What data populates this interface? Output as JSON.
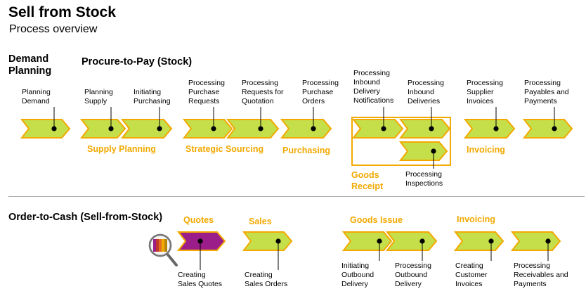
{
  "header": {
    "title": "Sell from Stock",
    "subtitle": "Process overview"
  },
  "sections": {
    "demand_planning": "Demand\nPlanning",
    "procure_to_pay": "Procure-to-Pay (Stock)",
    "order_to_cash": "Order-to-Cash (Sell-from-Stock)"
  },
  "groups": {
    "supply_planning": "Supply Planning",
    "strategic_sourcing": "Strategic Sourcing",
    "purchasing": "Purchasing",
    "goods_receipt": "Goods\nReceipt",
    "invoicing_p2p": "Invoicing",
    "quotes": "Quotes",
    "sales": "Sales",
    "goods_issue": "Goods Issue",
    "invoicing_o2c": "Invoicing"
  },
  "steps": {
    "planning_demand": "Planning\nDemand",
    "planning_supply": "Planning\nSupply",
    "initiating_purchasing": "Initiating\nPurchasing",
    "processing_purchase_requests": "Processing\nPurchase\nRequests",
    "processing_requests_for_quotation": "Processing\nRequests for\nQuotation",
    "processing_purchase_orders": "Processing\nPurchase\nOrders",
    "processing_inbound_delivery_notifications": "Processing\nInbound\nDelivery\nNotifications",
    "processing_inbound_deliveries": "Processing\nInbound\nDeliveries",
    "processing_inspections": "Processing\nInspections",
    "processing_supplier_invoices": "Processing\nSupplier\nInvoices",
    "processing_payables_and_payments": "Processing\nPayables and\nPayments",
    "creating_sales_quotes": "Creating\nSales Quotes",
    "creating_sales_orders": "Creating\nSales Orders",
    "initiating_outbound_delivery": "Initiating\nOutbound\nDelivery",
    "processing_outbound_delivery": "Processing\nOutbound\nDelivery",
    "creating_customer_invoices": "Creating\nCustomer\nInvoices",
    "processing_receivables_and_payments": "Processing\nReceivables and\nPayments"
  },
  "colors": {
    "chevron_fill": "#c5df4b",
    "chevron_border": "#f2a900",
    "quote_fill": "#9b1d8a",
    "accent": "#f2a900",
    "connector": "#000000"
  }
}
